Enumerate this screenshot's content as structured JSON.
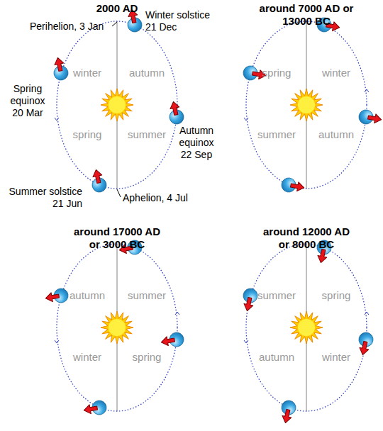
{
  "diagram": {
    "labels": [
      "2000 AD",
      "Perihelion, 3 Jan",
      "Winter solstice 21 Dec",
      "winter",
      "autumn",
      "Spring equinox 20 Mar",
      "Autumn equinox 22 Sep",
      "spring",
      "summer",
      "Summer solstice 21 Jun",
      "Aphelion, 4 Jul",
      "around 7000 AD or 13000 BC",
      "spring",
      "winter",
      "summer",
      "autumn",
      "around 17000 AD or 3000 BC",
      "autumn",
      "summer",
      "winter",
      "spring",
      "around 12000 AD or 8000 BC",
      "summer",
      "spring",
      "autumn",
      "winter"
    ]
  }
}
